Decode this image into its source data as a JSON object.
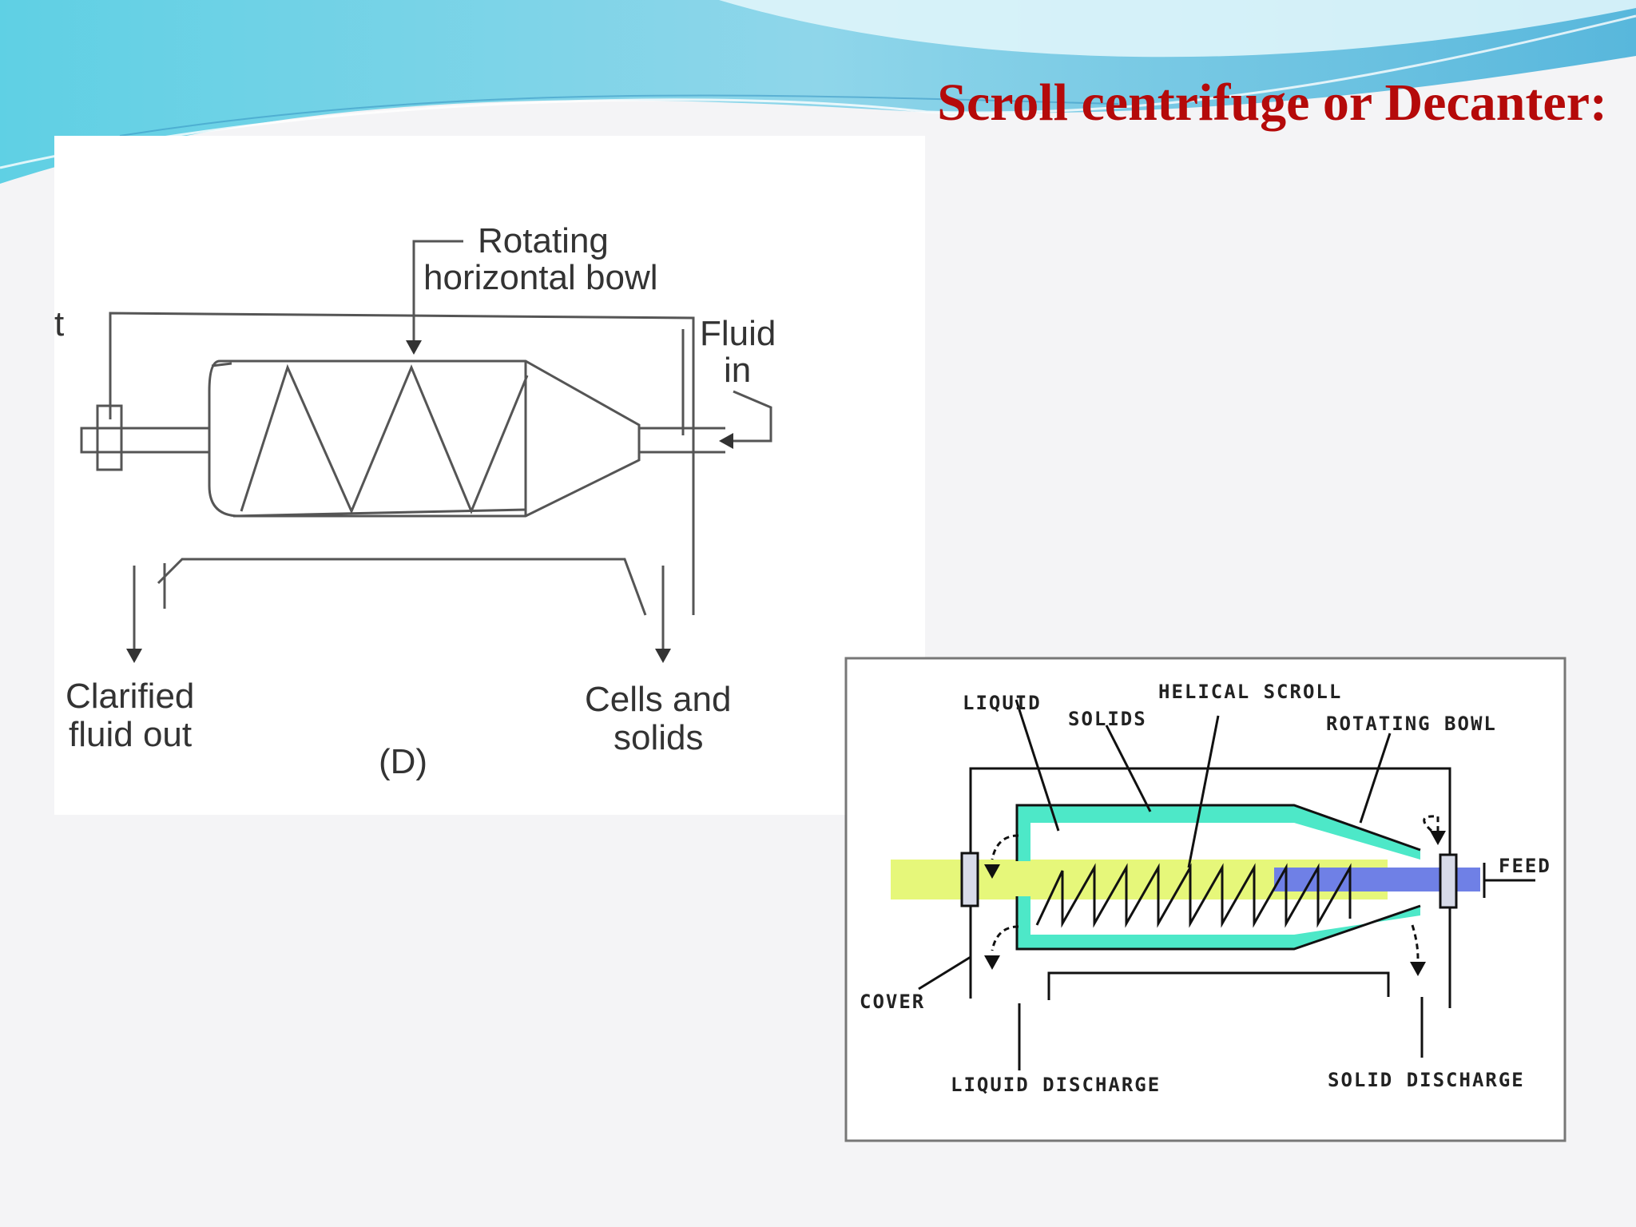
{
  "slide": {
    "title": "Scroll centrifuge or Decanter:"
  },
  "diagram_a": {
    "label_bowl_1": "Rotating",
    "label_bowl_2": "horizontal bowl",
    "label_fluid_1": "Fluid",
    "label_fluid_2": "in",
    "label_clarified_1": "Clarified",
    "label_clarified_2": "fluid out",
    "label_cells_1": "Cells and",
    "label_cells_2": "solids",
    "figure_tag": "(D)",
    "edge_char": "t"
  },
  "diagram_b": {
    "label_liquid": "LIQUID",
    "label_solids": "SOLIDS",
    "label_helical": "HELICAL SCROLL",
    "label_rotating": "ROTATING BOWL",
    "label_feed": "FEED",
    "label_cover": "COVER",
    "label_liquid_discharge": "LIQUID DISCHARGE",
    "label_solid_discharge": "SOLID DISCHARGE",
    "colors": {
      "liquid": "#e6f77a",
      "solids": "#4de8c8",
      "feed": "#6f80e6"
    }
  }
}
